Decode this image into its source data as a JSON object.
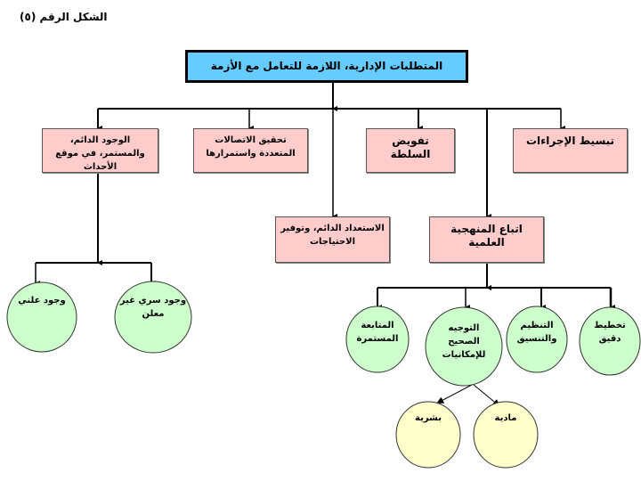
{
  "caption": "الشكل الرقم (٥)",
  "root": "المتطلبات الإدارية، اللازمة للتعامل مع الأزمة",
  "level1": [
    "تبسيط الإجراءات",
    "تفويض السلطة",
    "تحقيق الاتصالات المتعددة واستمرارها",
    "الوجود الدائم، والمستمر، في موقع الأحداث"
  ],
  "level2": [
    "اتباع المنهجية العلمية",
    "الاستعداد الدائم، وتوفير الاحتياجات"
  ],
  "presence_children": [
    "وجود سري غير معلن",
    "وجود علني"
  ],
  "method_children": [
    "تخطيط دقيق",
    "التنظيم والتنسيق",
    "التوجيه الصحيح للإمكانيات",
    "المتابعة المستمرة"
  ],
  "resources": [
    "مادية",
    "بشرية"
  ],
  "colors": {
    "root": "#66CCFF",
    "box": "#FFCCCC",
    "circle": "#CCFFCC",
    "resource": "#FFFFCC"
  }
}
